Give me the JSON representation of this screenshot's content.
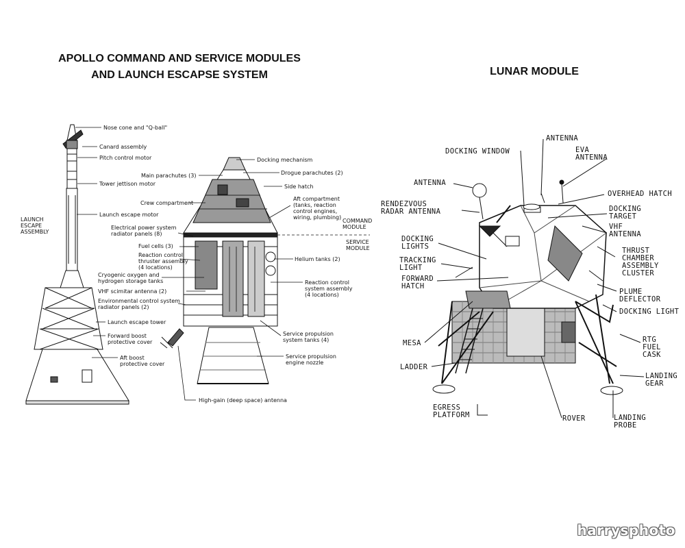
{
  "titles": {
    "csm_line1": "APOLLO COMMAND AND SERVICE MODULES",
    "csm_line2": "AND LAUNCH ESCAPSE SYSTEM",
    "lm": "LUNAR MODULE"
  },
  "csm_labels": {
    "nose_cone": "Nose cone and \"Q-ball\"",
    "canard": "Canard assembly",
    "pitch_motor": "Pitch control motor",
    "tower_jettison": "Tower jettison motor",
    "launch_escape_motor": "Launch escape motor",
    "les_1": "LAUNCH",
    "les_2": "ESCAPE",
    "les_3": "ASSEMBLY",
    "docking_mech": "Docking mechanism",
    "drogue": "Drogue parachutes (2)",
    "main_chutes": "Main parachutes (3)",
    "side_hatch": "Side hatch",
    "aft_1": "Aft compartment",
    "aft_2": "(tanks, reaction",
    "aft_3": "control engines,",
    "aft_4": "wiring, plumbing)",
    "crew_comp": "Crew compartment",
    "cm_1": "COMMAND",
    "cm_2": "MODULE",
    "sm_1": "SERVICE",
    "sm_2": "MODULE",
    "eps_1": "Electrical power system",
    "eps_2": "radiator panels (8)",
    "fuel_cells": "Fuel cells (3)",
    "rct_1": "Reaction control",
    "rct_2": "thruster assembly",
    "rct_3": "(4 locations)",
    "cryo_1": "Cryogenic oxygen and",
    "cryo_2": "hydrogen storage tanks",
    "vhf": "VHF scimitar antenna (2)",
    "ecs_1": "Environmental control system",
    "ecs_2": "radiator panels (2)",
    "helium": "Helium tanks (2)",
    "rcsa_1": "Reaction control",
    "rcsa_2": "system assembly",
    "rcsa_3": "(4 locations)",
    "les_tower": "Launch escape tower",
    "fbpc_1": "Forward boost",
    "fbpc_2": "protective cover",
    "abpc_1": "Aft boost",
    "abpc_2": "protective cover",
    "spst_1": "Service propulsion",
    "spst_2": "system tanks (4)",
    "spen_1": "Service propulsion",
    "spen_2": "engine nozzle",
    "hga": "High-gain (deep space) antenna"
  },
  "lm_labels": {
    "antenna_top": "ANTENNA",
    "docking_window": "DOCKING WINDOW",
    "eva_1": "EVA",
    "eva_2": "ANTENNA",
    "antenna_left": "ANTENNA",
    "overhead_hatch": "OVERHEAD HATCH",
    "rendezvous_1": "RENDEZVOUS",
    "rendezvous_2": "RADAR ANTENNA",
    "docking_target_1": "DOCKING",
    "docking_target_2": "TARGET",
    "vhf_1": "VHF",
    "vhf_2": "ANTENNA",
    "docking_lights_1": "DOCKING",
    "docking_lights_2": "LIGHTS",
    "thrust_1": "THRUST",
    "thrust_2": "CHAMBER",
    "thrust_3": "ASSEMBLY",
    "thrust_4": "CLUSTER",
    "tracking_1": "TRACKING",
    "tracking_2": "LIGHT",
    "forward_1": "FORWARD",
    "forward_2": "HATCH",
    "plume_1": "PLUME",
    "plume_2": "DEFLECTOR",
    "docking_light": "DOCKING LIGHT",
    "mesa": "MESA",
    "rtg_1": "RTG",
    "rtg_2": "FUEL",
    "rtg_3": "CASK",
    "ladder": "LADDER",
    "landing_gear_1": "LANDING",
    "landing_gear_2": "GEAR",
    "egress_1": "EGRESS",
    "egress_2": "PLATFORM",
    "rover": "ROVER",
    "landing_probe_1": "LANDING",
    "landing_probe_2": "PROBE"
  },
  "watermark": "harrysphoto"
}
